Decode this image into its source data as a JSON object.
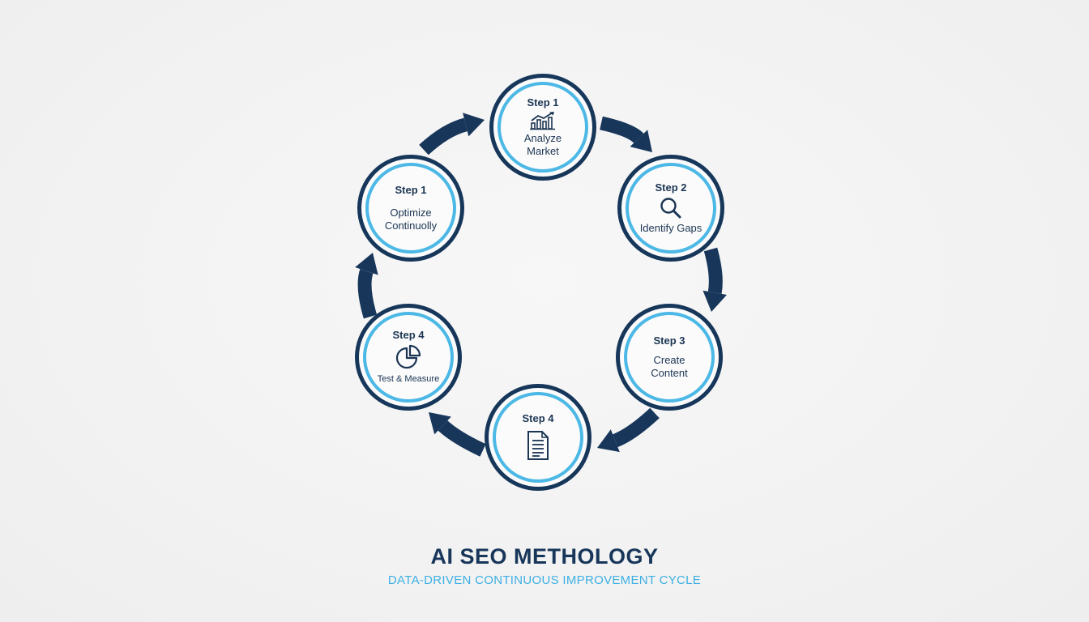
{
  "colors": {
    "ring_outer": "#16365a",
    "ring_inner": "#4cb8e6",
    "arrow": "#17365a",
    "title": "#17365a",
    "subtitle": "#3db0e4"
  },
  "nodes": [
    {
      "step": "Step 1",
      "title": "Analyze Market",
      "icon": "chart-trend-icon"
    },
    {
      "step": "Step 2",
      "title": "Identify Gaps",
      "icon": "magnifier-icon"
    },
    {
      "step": "Step 3",
      "title": "Create Content",
      "icon": ""
    },
    {
      "step": "Step 4",
      "title": "",
      "icon": "document-icon"
    },
    {
      "step": "Step 4",
      "title": "Test & Measure",
      "icon": "pie-chart-icon"
    },
    {
      "step": "Step 1",
      "title": "Optimize Continuolly",
      "icon": ""
    }
  ],
  "title": "AI SEO METHOLOGY",
  "subtitle": "DATA-DRIVEN CONTINUOUS IMPROVEMENT CYCLE"
}
